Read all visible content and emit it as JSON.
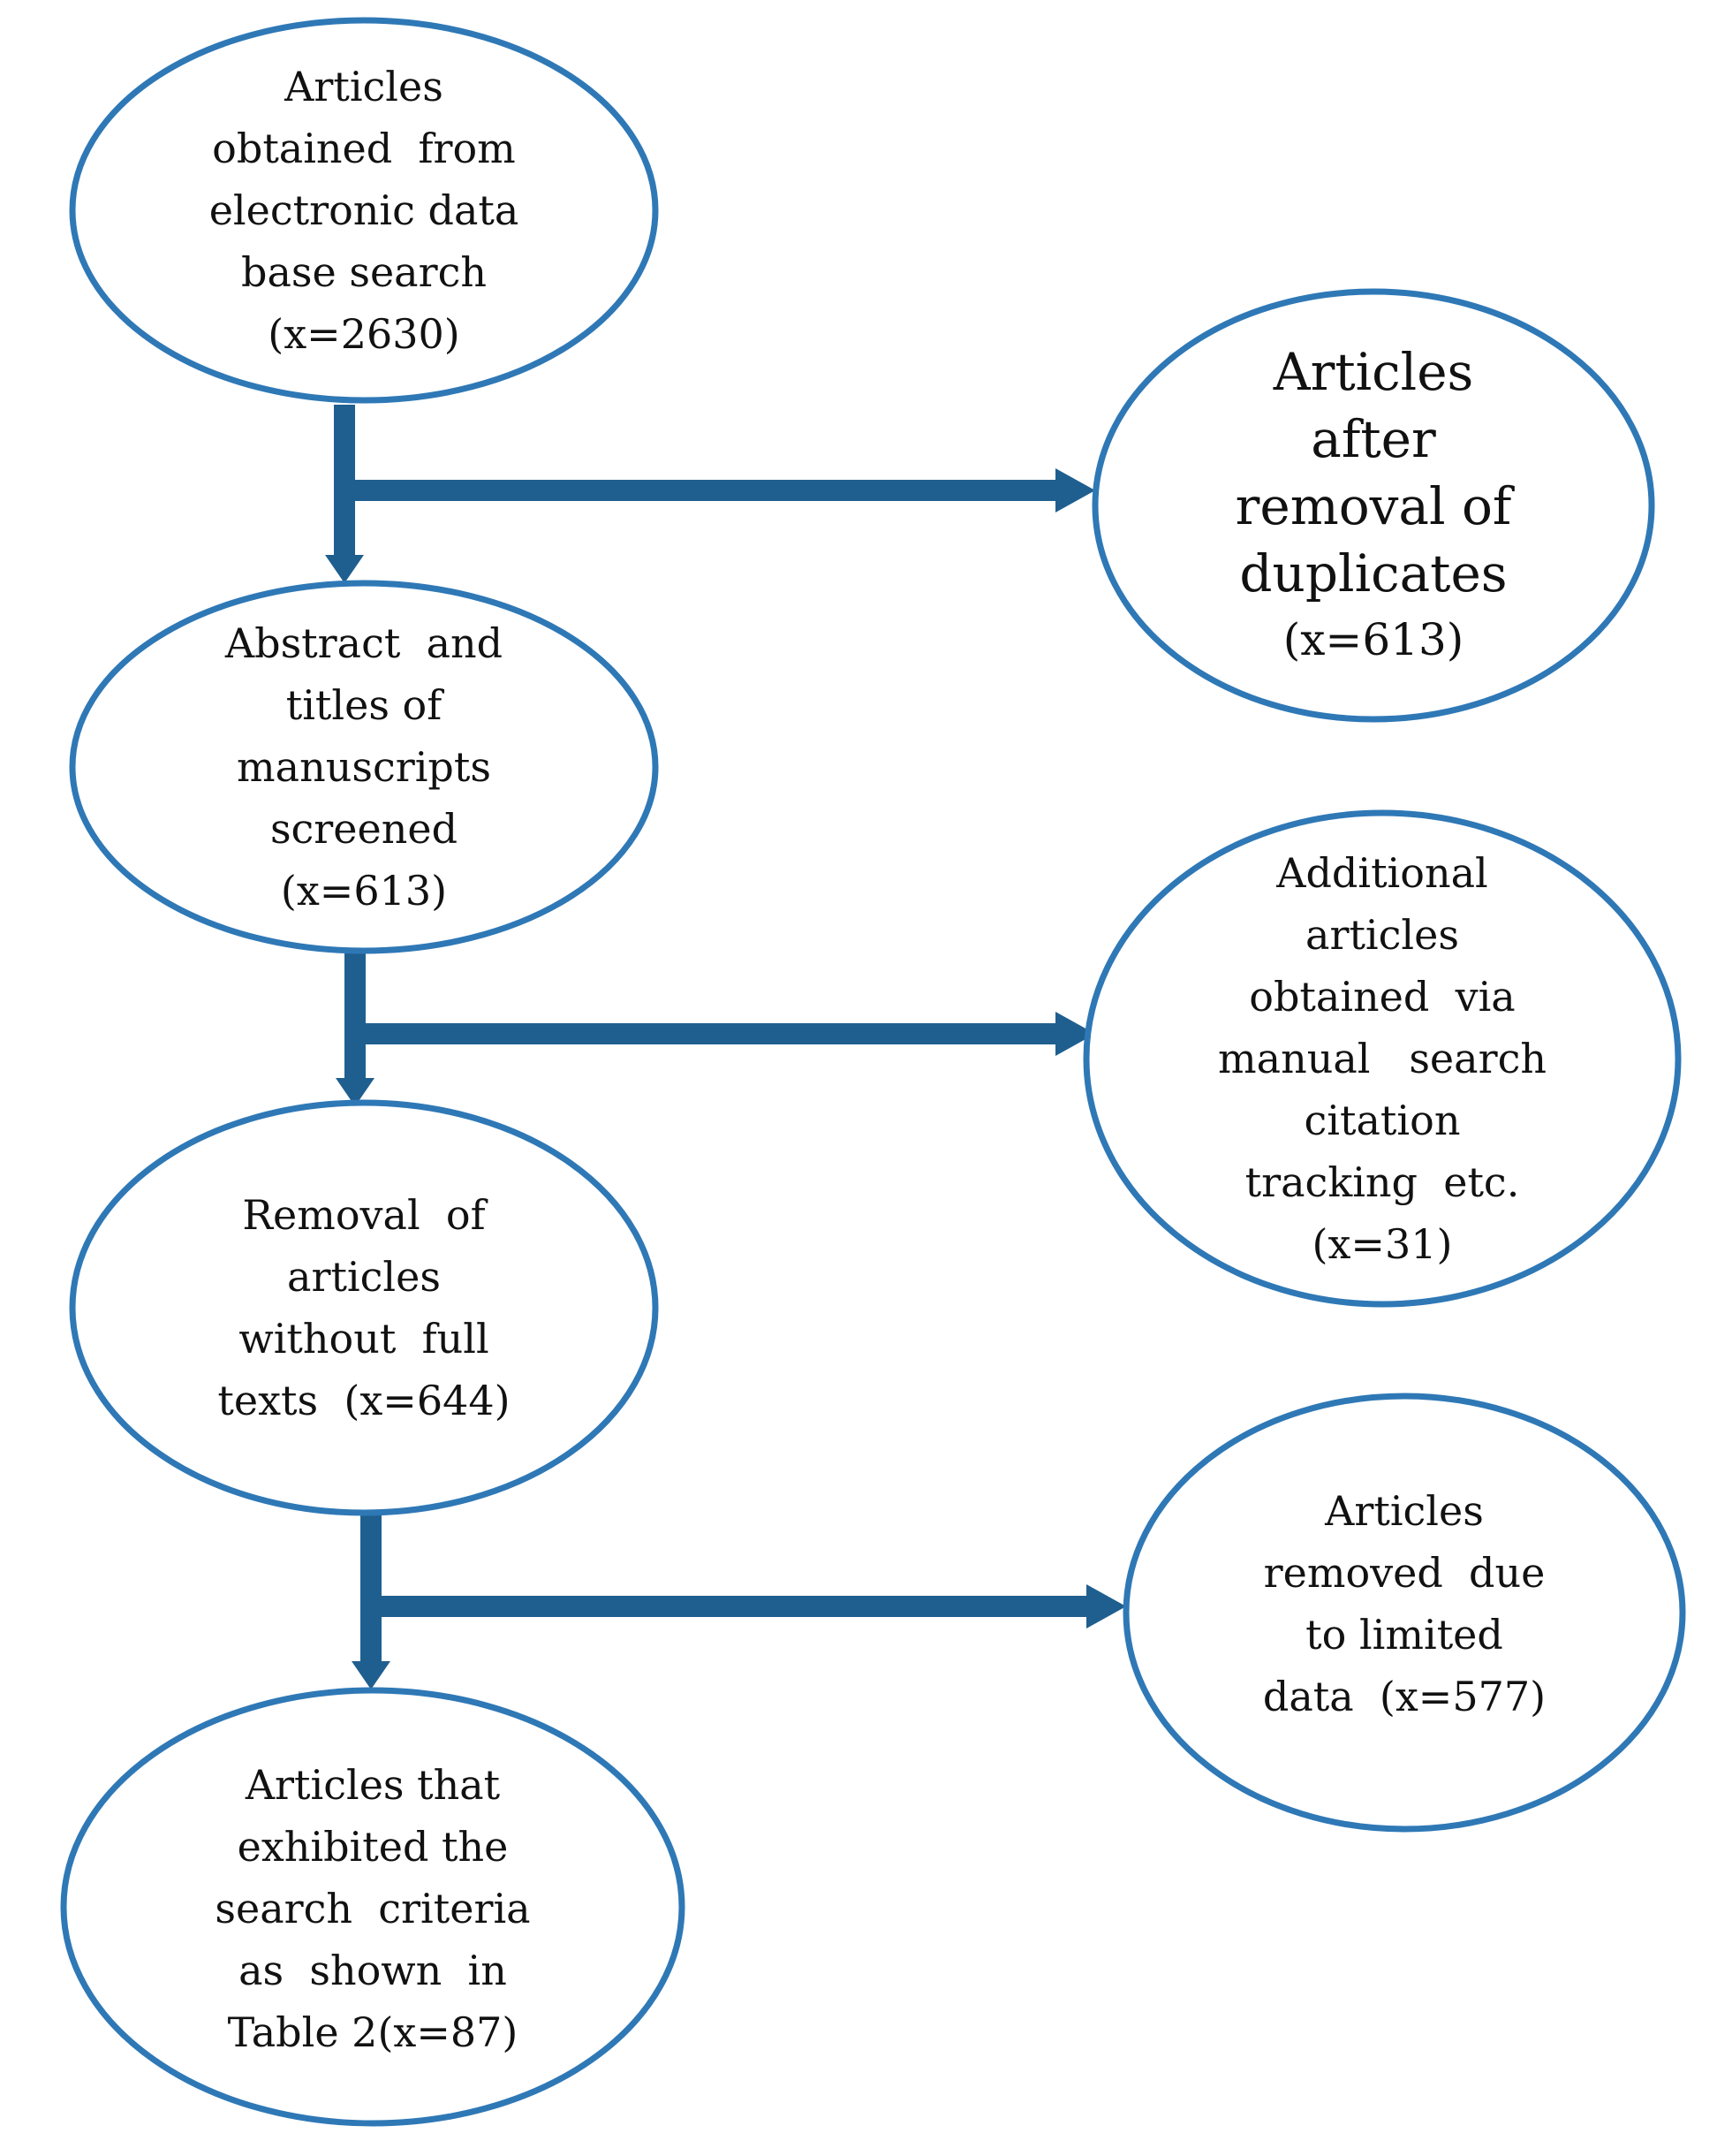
{
  "colors": {
    "stroke": "#2f78b6",
    "arrow": "#1f5f8f",
    "text": "#111111"
  },
  "nodes": {
    "search": {
      "lines": [
        "Articles",
        "obtained  from",
        "electronic data",
        "base search",
        "(x=2630)"
      ]
    },
    "duplicates": {
      "lines": [
        "Articles",
        "after",
        "removal of",
        "duplicates",
        "(x=613)"
      ]
    },
    "screened": {
      "lines": [
        "Abstract  and",
        "titles of",
        "manuscripts",
        "screened",
        "(x=613)"
      ]
    },
    "additional": {
      "lines": [
        "Additional",
        "articles",
        "obtained  via",
        "manual   search",
        "citation",
        "tracking  etc.",
        "(x=31)"
      ]
    },
    "fulltext": {
      "lines": [
        "Removal  of",
        "articles",
        "without  full",
        "texts  (x=644)"
      ]
    },
    "limited": {
      "lines": [
        "Articles",
        "removed  due",
        "to limited",
        "data  (x=577)"
      ]
    },
    "final": {
      "lines": [
        "Articles that",
        "exhibited the",
        "search  criteria",
        "as  shown  in",
        "Table 2(x=87)"
      ]
    }
  }
}
